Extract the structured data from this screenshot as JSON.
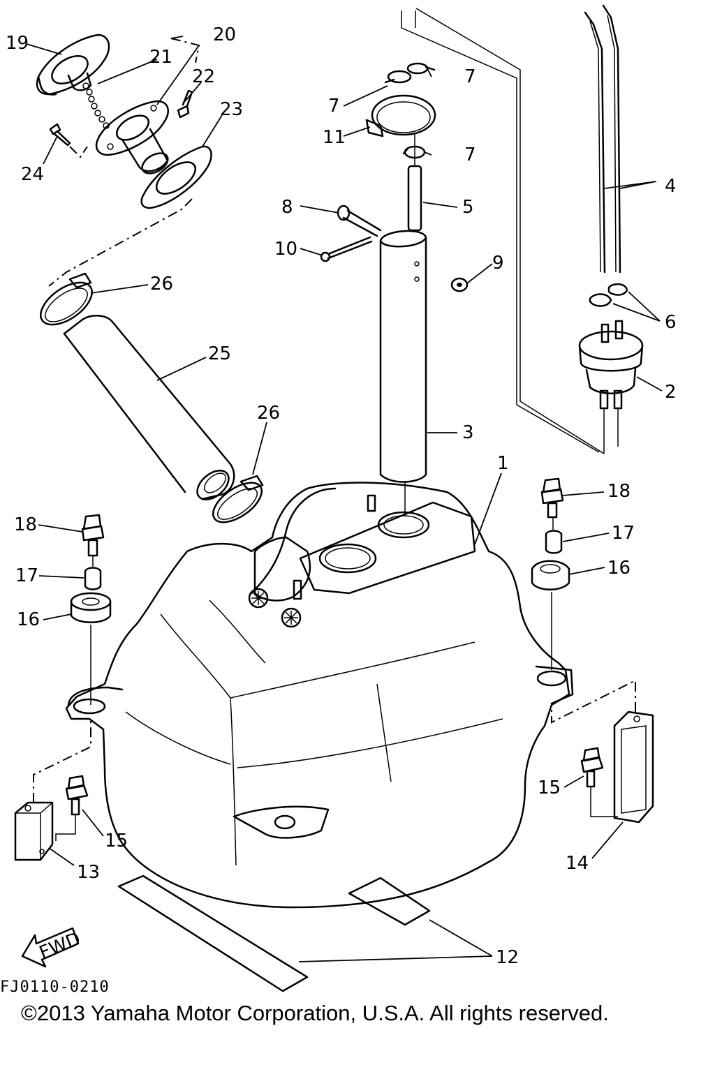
{
  "diagram": {
    "drawing_code": "FJ0110-0210",
    "copyright": "©2013 Yamaha Motor Corporation, U.S.A. All rights reserved.",
    "fwd_label": "FWD",
    "callouts": {
      "c1": "1",
      "c2": "2",
      "c3": "3",
      "c4": "4",
      "c5": "5",
      "c6": "6",
      "c7a": "7",
      "c7b": "7",
      "c7c": "7",
      "c8": "8",
      "c9": "9",
      "c10": "10",
      "c11": "11",
      "c12": "12",
      "c13": "13",
      "c14": "14",
      "c15a": "15",
      "c15b": "15",
      "c16a": "16",
      "c16b": "16",
      "c17a": "17",
      "c17b": "17",
      "c18a": "18",
      "c18b": "18",
      "c19": "19",
      "c20": "20",
      "c21": "21",
      "c22": "22",
      "c23": "23",
      "c24": "24",
      "c25": "25",
      "c26a": "26",
      "c26b": "26"
    }
  }
}
